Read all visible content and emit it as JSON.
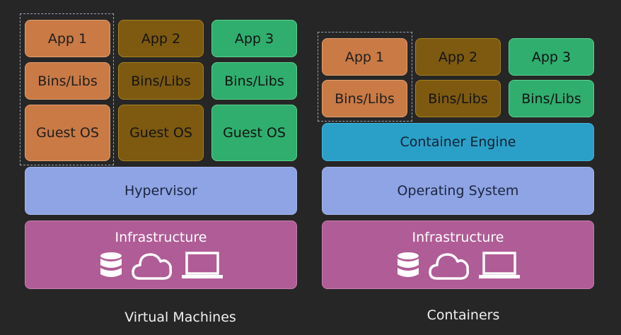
{
  "vm": {
    "apps": [
      "App 1",
      "App 2",
      "App 3"
    ],
    "bins": [
      "Bins/Libs",
      "Bins/Libs",
      "Bins/Libs"
    ],
    "guests": [
      "Guest OS",
      "Guest OS",
      "Guest OS"
    ],
    "hypervisor": "Hypervisor",
    "infrastructure": "Infrastructure",
    "caption": "Virtual Machines"
  },
  "containers": {
    "apps": [
      "App 1",
      "App 2",
      "App 3"
    ],
    "bins": [
      "Bins/Libs",
      "Bins/Libs",
      "Bins/Libs"
    ],
    "engine": "Container Engine",
    "os": "Operating System",
    "infrastructure": "Infrastructure",
    "caption": "Containers"
  },
  "icons": [
    "database-icon",
    "cloud-icon",
    "laptop-icon"
  ],
  "colors": {
    "background": "#262626",
    "app1": "#c97a45",
    "app2": "#7d5a10",
    "app3": "#2fae6e",
    "engine": "#2aa0c8",
    "os_layer": "#8ea4e4",
    "infrastructure": "#b05c96"
  }
}
